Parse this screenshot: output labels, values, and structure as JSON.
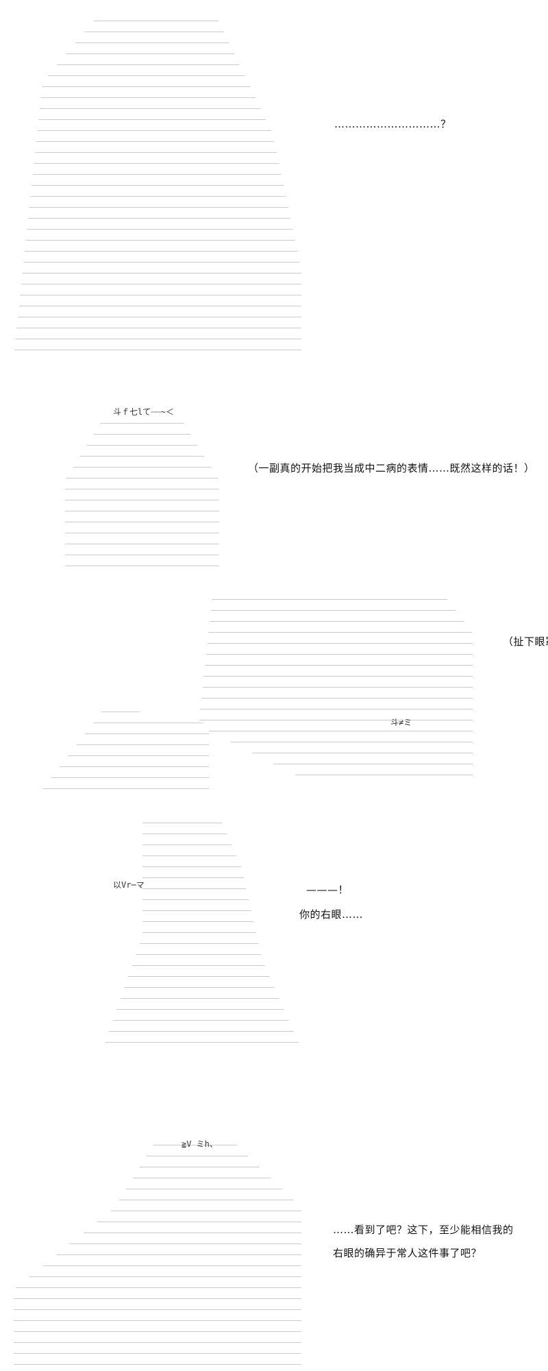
{
  "panels": [
    {
      "dialogue": [
        "…………………………？"
      ]
    },
    {
      "art_text": "斗ｆ七lて┈┈~＜",
      "dialogue": [
        "（一副真的开始把我当成中二病的表情……既然这样的话！）"
      ]
    },
    {
      "art_text": "斗≠ミ",
      "dialogue": [
        "（扯下眼罩）"
      ]
    },
    {
      "art_text": "以Vr─マ",
      "dialogue": [
        "———！",
        "你的右眼……"
      ]
    },
    {
      "art_text": "≧V ミh、",
      "dialogue": [
        "……看到了吧？这下，至少能相信我的",
        "右眼的确异于常人这件事了吧？"
      ]
    }
  ]
}
